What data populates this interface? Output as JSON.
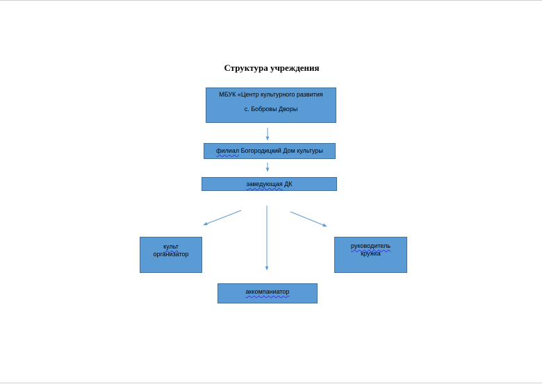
{
  "diagram": {
    "title": "Структура учреждения",
    "nodes": {
      "root": {
        "line1": "МБУК «Центр культурного развития",
        "line2": "с. Бобровы Дворы"
      },
      "branch": {
        "word1": "филиал",
        "rest": " Богородицкий Дом культуры"
      },
      "head": {
        "word1": "заведующая",
        "rest": " ДК"
      },
      "organizer": {
        "word1": "культ",
        "line2": "организатор"
      },
      "leader": {
        "word1": "руководитель",
        "line2": "кружка"
      },
      "accompanist": {
        "word1": "аккомпаниатор"
      }
    },
    "colors": {
      "box_fill": "#5b9bd5",
      "box_border": "#41719c",
      "arrow": "#5b9bd5"
    }
  }
}
